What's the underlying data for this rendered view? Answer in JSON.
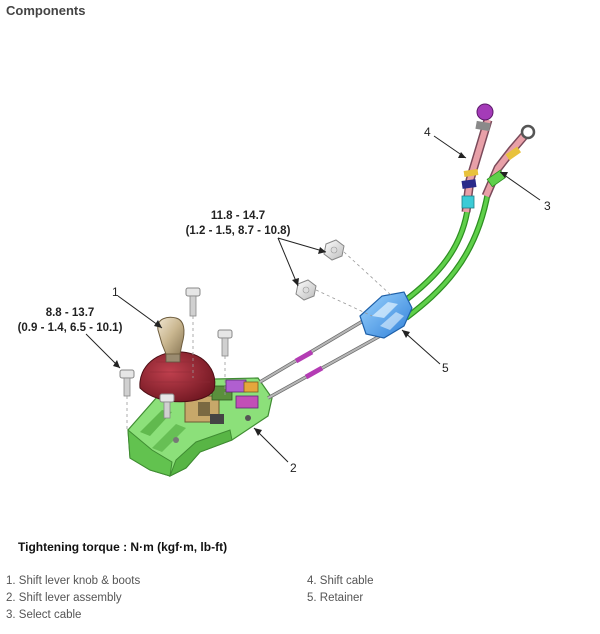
{
  "header": {
    "title": "Components"
  },
  "callouts": {
    "c1": "1",
    "c2": "2",
    "c3": "3",
    "c4": "4",
    "c5": "5"
  },
  "torques": {
    "retainer_nm": "11.8 - 14.7",
    "retainer_alt": "(1.2 - 1.5, 8.7 - 10.8)",
    "lever_nm": "8.8 - 13.7",
    "lever_alt": "(0.9 - 1.4, 6.5 - 10.1)"
  },
  "footer": {
    "torque_heading": "Tightening torque : N·m (kgf·m, lb-ft)",
    "legend": [
      "1. Shift lever knob & boots",
      "2. Shift lever assembly",
      "3. Select cable",
      "4. Shift cable",
      "5. Retainer"
    ]
  }
}
